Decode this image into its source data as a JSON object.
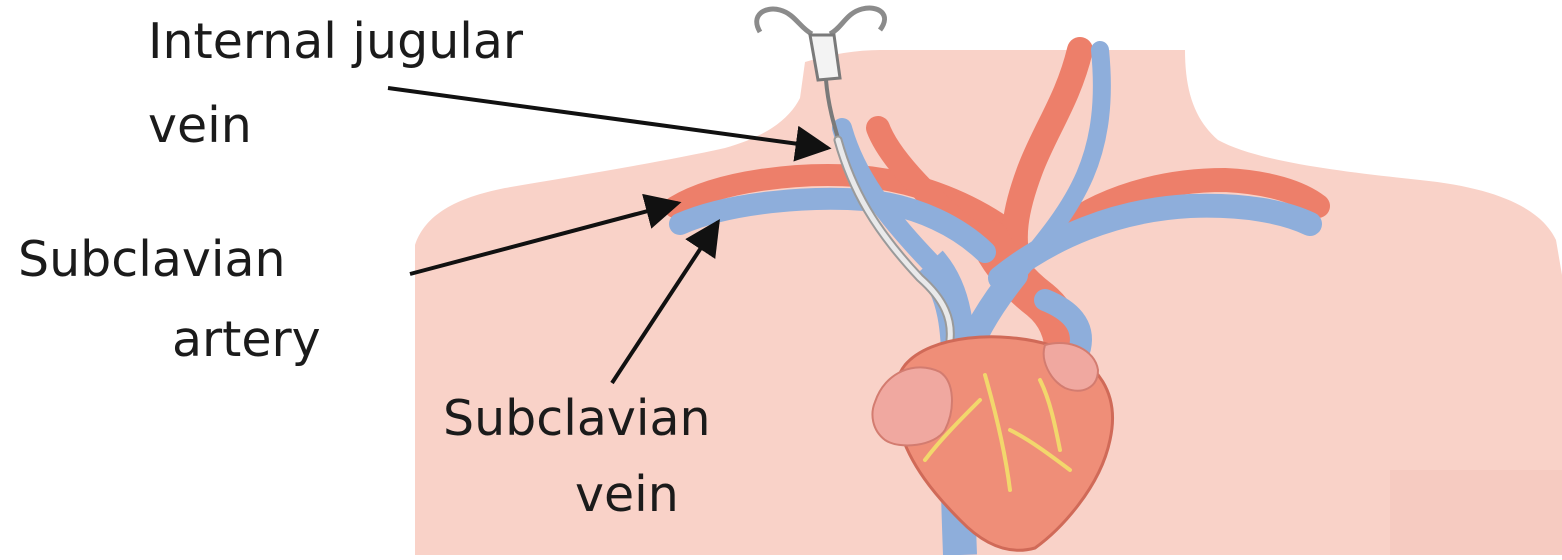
{
  "labels": {
    "internal_jugular_vein": {
      "line1": "Internal jugular",
      "line2": "vein"
    },
    "subclavian_artery": {
      "line1": "Subclavian",
      "line2": "artery"
    },
    "subclavian_vein": {
      "line1": "Subclavian",
      "line2": "vein"
    }
  },
  "colors": {
    "background": "#ffffff",
    "skin": "#f9d2c8",
    "artery": "#ed7f6a",
    "vein": "#8eaedb",
    "heart": "#ef8e78",
    "coronary_vessels": "#f2d76c",
    "catheter": "#e9e9ea",
    "text": "#1b1b1b",
    "arrow": "#111111"
  },
  "icons": [
    "central-venous-catheter-icon",
    "heart-icon"
  ]
}
